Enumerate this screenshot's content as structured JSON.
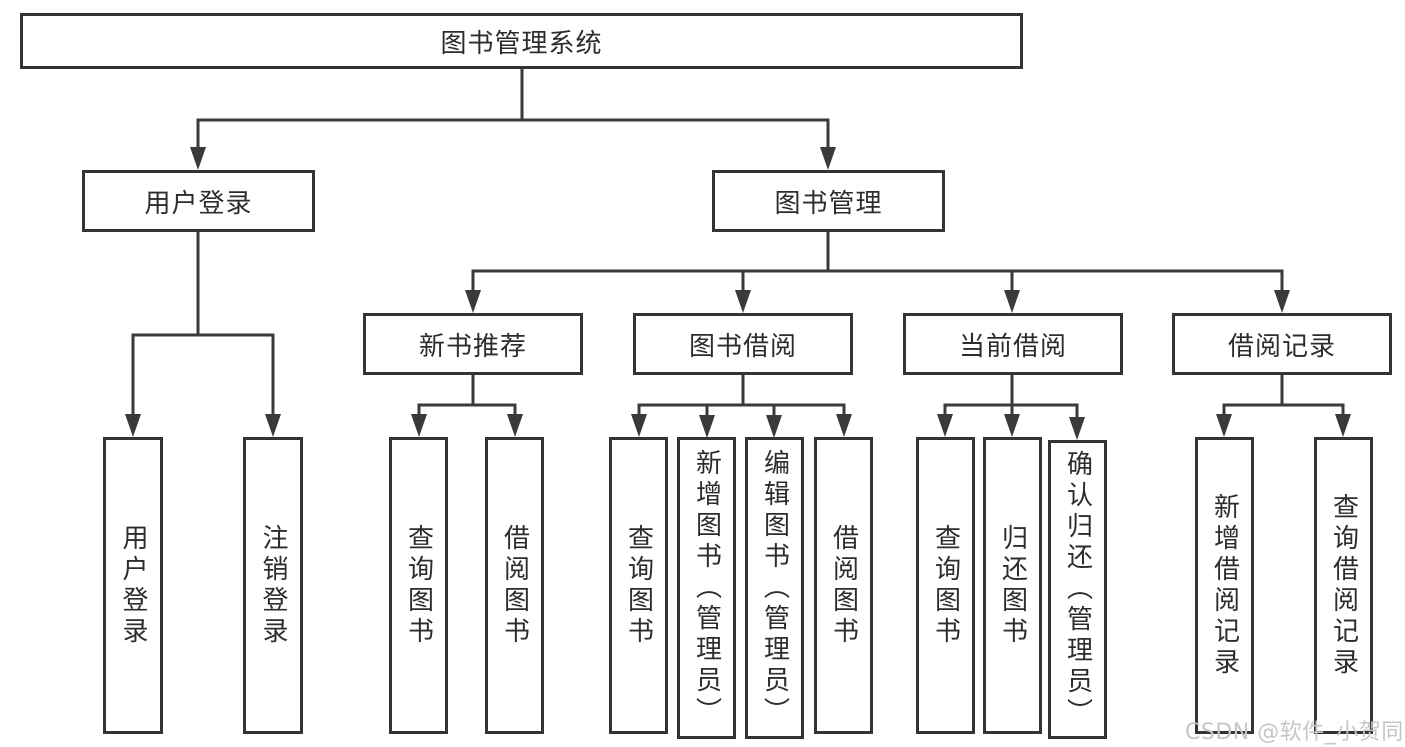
{
  "tree": {
    "root": {
      "label": "图书管理系统",
      "children": [
        {
          "label": "用户登录",
          "children": [
            {
              "label": "用户登录"
            },
            {
              "label": "注销登录"
            }
          ]
        },
        {
          "label": "图书管理",
          "children": [
            {
              "label": "新书推荐",
              "children": [
                {
                  "label": "查询图书"
                },
                {
                  "label": "借阅图书"
                }
              ]
            },
            {
              "label": "图书借阅",
              "children": [
                {
                  "label": "查询图书"
                },
                {
                  "label": "新增图书（管理员）"
                },
                {
                  "label": "编辑图书（管理员）"
                },
                {
                  "label": "借阅图书"
                }
              ]
            },
            {
              "label": "当前借阅",
              "children": [
                {
                  "label": "查询图书"
                },
                {
                  "label": "归还图书"
                },
                {
                  "label": "确认归还（管理员）"
                }
              ]
            },
            {
              "label": "借阅记录",
              "children": [
                {
                  "label": "新增借阅记录"
                },
                {
                  "label": "查询借阅记录"
                }
              ]
            }
          ]
        }
      ]
    }
  },
  "watermark": {
    "text": "CSDN @软件_小贺同学"
  },
  "colors": {
    "line": "#3a3a3a",
    "box_border": "#343434",
    "text": "#2d2d2d",
    "background": "#ffffff",
    "watermark": "#c6c6c6"
  }
}
